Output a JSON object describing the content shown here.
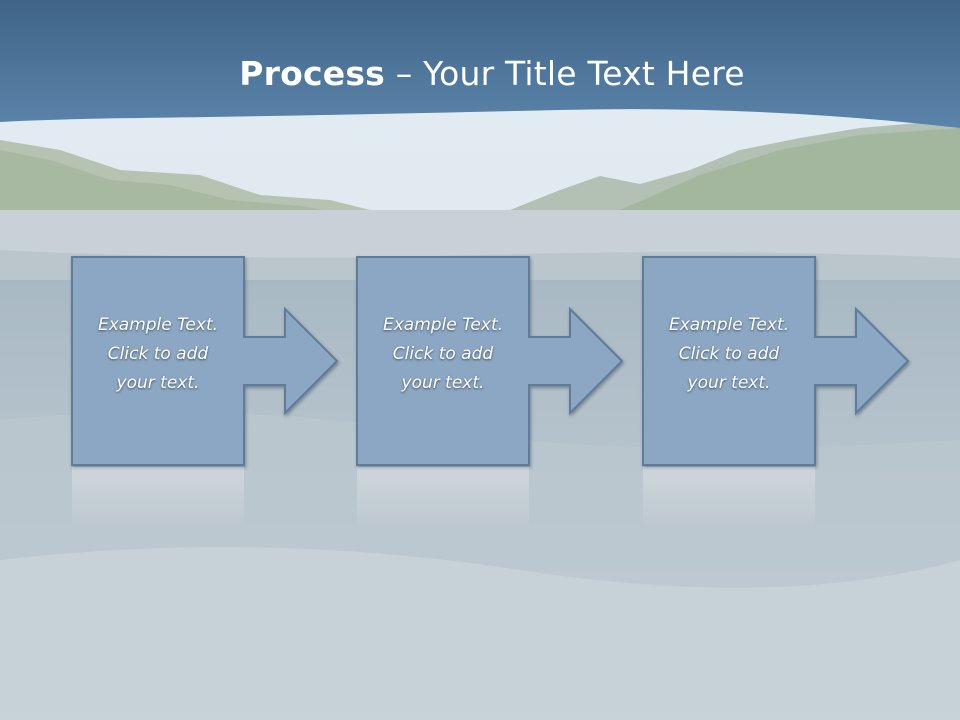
{
  "slide": {
    "title_bold": "Process",
    "title_rest": " – Your Title Text Here"
  },
  "steps": [
    {
      "lines": [
        "Example Text.",
        "Click  to add",
        "your text."
      ]
    },
    {
      "lines": [
        "Example Text.",
        "Click  to add",
        "your text."
      ]
    },
    {
      "lines": [
        "Example Text.",
        "Click  to add",
        "your text."
      ]
    }
  ],
  "colors": {
    "header": "#4a7196",
    "shape_fill": "#8aa6c2",
    "shape_stroke": "#5f7d9a",
    "text": "#ffffff"
  }
}
